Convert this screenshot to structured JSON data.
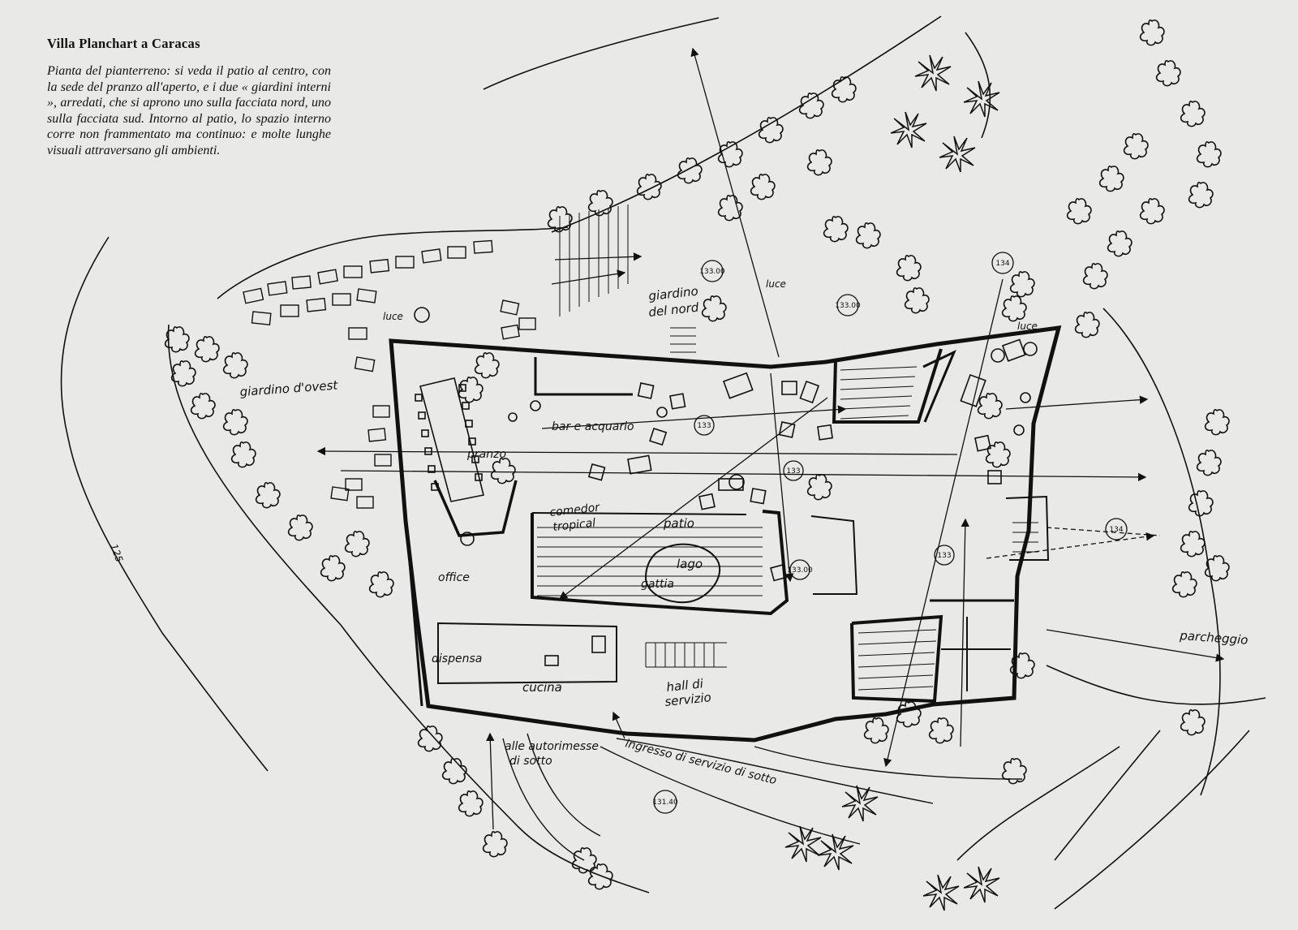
{
  "caption": {
    "title": "Villa Planchart a Caracas",
    "text": "Pianta del pianterreno: si veda il patio al centro, con la sede del pranzo all'aperto, e i due « giardini interni », arredati, che si aprono uno sulla facciata nord, uno sulla facciata sud. Intorno al patio, lo spazio interno corre non frammentato ma continuo: e molte lunghe visuali attraversano gli ambienti."
  },
  "labels": {
    "giardino_ovest": "giardino d'ovest",
    "giardino_nord_1": "giardino",
    "giardino_nord_2": "del nord",
    "luce_left": "luce",
    "luce_top": "luce",
    "luce_right": "luce",
    "bar": "bar e acquario",
    "pranzo": "pranzo",
    "comedor_1": "comedor",
    "comedor_2": "tropical",
    "patio": "patio",
    "lago_1": "lago",
    "lago_2": "gattia",
    "office": "office",
    "dispensa": "dispensa",
    "cucina": "cucina",
    "hall_1": "hall di",
    "hall_2": "servizio",
    "autorimesse_1": "alle autorimesse",
    "autorimesse_2": "di sotto",
    "ingresso": "ingresso di servizio di sotto",
    "parcheggio": "parcheggio",
    "contour_125": "125"
  },
  "spot_levels": {
    "l1": "133.00",
    "l2": "133.00",
    "l3": "134",
    "l4": "134",
    "l5": "133",
    "l6": "133",
    "l7": "133",
    "l8": "133.00",
    "l9": "131.40"
  },
  "colors": {
    "ink": "#111111",
    "paper": "#e9e9e7"
  }
}
